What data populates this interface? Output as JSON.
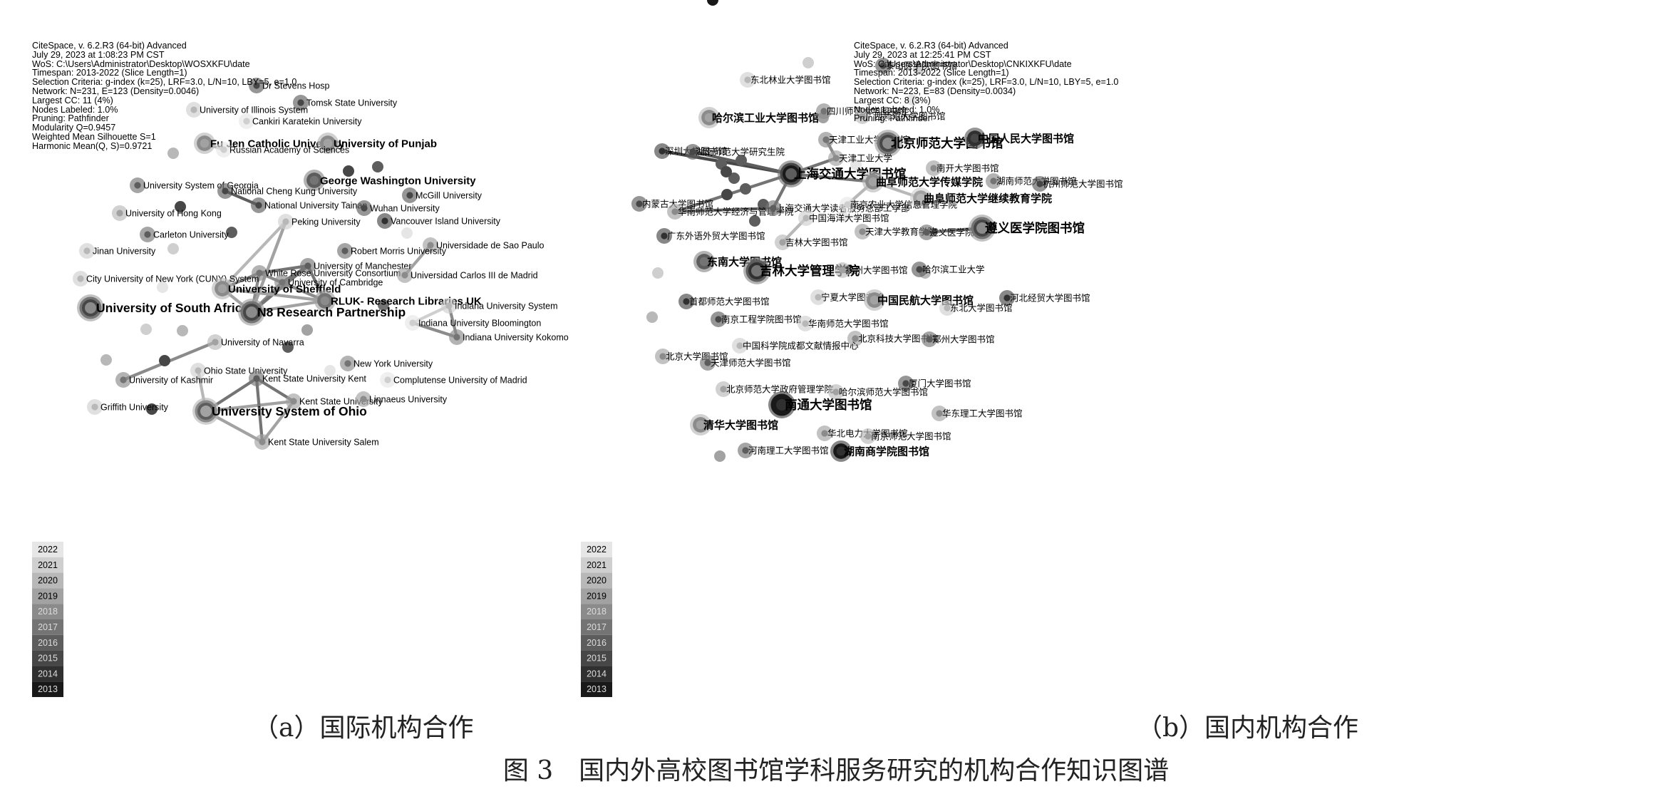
{
  "panels": [
    {
      "id": "a",
      "caption": "（a）国际机构合作",
      "info": [
        "CiteSpace, v. 6.2.R3 (64-bit) Advanced",
        "July 29, 2023 at 1:08:23 PM CST",
        "WoS: C:\\Users\\Administrator\\Desktop\\WOSXKFU\\date",
        "Timespan: 2013-2022 (Slice Length=1)",
        "Selection Criteria: g-index (k=25), LRF=3.0, L/N=10, LBY=5, e=1.0",
        "Network: N=231, E=123 (Density=0.0046)",
        "Largest CC: 11 (4%)",
        "Nodes Labeled: 1.0%",
        "Pruning: Pathfinder",
        "Modularity Q=0.9457",
        "Weighted Mean Silhouette S=1",
        "Harmonic Mean(Q, S)=0.9721"
      ],
      "legend_years": [
        "2022",
        "2021",
        "2020",
        "2019",
        "2018",
        "2017",
        "2016",
        "2015",
        "2014",
        "2013"
      ],
      "nodes": [
        {
          "id": "dr-stevens",
          "label": "Dr Stevens Hosp",
          "year": 2016,
          "size": "m"
        },
        {
          "id": "tomsk",
          "label": "Tomsk State University",
          "year": 2016,
          "size": "m"
        },
        {
          "id": "illinois",
          "label": "University of Illinois System",
          "year": 2021,
          "size": "m"
        },
        {
          "id": "cankiri",
          "label": "Cankiri Karatekin University",
          "year": 2022,
          "size": "m"
        },
        {
          "id": "fu-jen",
          "label": "Fu Jen Catholic University",
          "year": 2020,
          "size": "l"
        },
        {
          "id": "punjab",
          "label": "University of Punjab",
          "year": 2020,
          "size": "l"
        },
        {
          "id": "russian-academy",
          "label": "Russian Academy of Sciences",
          "year": 2022,
          "size": "m"
        },
        {
          "id": "gwu",
          "label": "George Washington University",
          "year": 2018,
          "size": "l"
        },
        {
          "id": "georgia",
          "label": "University System of Georgia",
          "year": 2017,
          "size": "m"
        },
        {
          "id": "cheng-kung",
          "label": "National Cheng Kung University",
          "year": 2016,
          "size": "m"
        },
        {
          "id": "mcgill",
          "label": "McGill University",
          "year": 2016,
          "size": "m"
        },
        {
          "id": "hong-kong",
          "label": "University of Hong Kong",
          "year": 2020,
          "size": "m"
        },
        {
          "id": "tainan",
          "label": "National University Tainan",
          "year": 2016,
          "size": "m"
        },
        {
          "id": "wuhan",
          "label": "Wuhan University",
          "year": 2016,
          "size": "m"
        },
        {
          "id": "vancouver-island",
          "label": "Vancouver Island University",
          "year": 2015,
          "size": "m"
        },
        {
          "id": "peking",
          "label": "Peking University",
          "year": 2021,
          "size": "m"
        },
        {
          "id": "carleton",
          "label": "Carleton University",
          "year": 2017,
          "size": "m"
        },
        {
          "id": "sao-paulo",
          "label": "Universidade de Sao Paulo",
          "year": 2019,
          "size": "m"
        },
        {
          "id": "jinan",
          "label": "Jinan University",
          "year": 2021,
          "size": "m"
        },
        {
          "id": "robert-morris",
          "label": "Robert Morris University",
          "year": 2017,
          "size": "m"
        },
        {
          "id": "manchester",
          "label": "University of Manchester",
          "year": 2017,
          "size": "m"
        },
        {
          "id": "white-rose",
          "label": "White Rose University Consortium",
          "year": 2018,
          "size": "m"
        },
        {
          "id": "cuny",
          "label": "City University of New York (CUNY) System",
          "year": 2021,
          "size": "m"
        },
        {
          "id": "carlos-iii",
          "label": "Universidad Carlos III de Madrid",
          "year": 2019,
          "size": "m"
        },
        {
          "id": "cambridge",
          "label": "University of Cambridge",
          "year": 2018,
          "size": "m"
        },
        {
          "id": "sheffield",
          "label": "University of Sheffield",
          "year": 2020,
          "size": "l"
        },
        {
          "id": "rluk",
          "label": "RLUK- Research Libraries UK",
          "year": 2019,
          "size": "l"
        },
        {
          "id": "south-africa",
          "label": "University of South Africa",
          "year": 2019,
          "size": "xl"
        },
        {
          "id": "n8",
          "label": "N8 Research Partnership",
          "year": 2019,
          "size": "xl"
        },
        {
          "id": "indiana-system",
          "label": "Indiana University System",
          "year": 2021,
          "size": "m"
        },
        {
          "id": "indiana-bloomington",
          "label": "Indiana University Bloomington",
          "year": 2022,
          "size": "m"
        },
        {
          "id": "navarra",
          "label": "University of Navarra",
          "year": 2020,
          "size": "m"
        },
        {
          "id": "indiana-kokomo",
          "label": "Indiana University Kokomo",
          "year": 2018,
          "size": "m"
        },
        {
          "id": "new-york",
          "label": "New York University",
          "year": 2018,
          "size": "m"
        },
        {
          "id": "ohio-state",
          "label": "Ohio State University",
          "year": 2021,
          "size": "m"
        },
        {
          "id": "kashmir",
          "label": "University of Kashmir",
          "year": 2018,
          "size": "m"
        },
        {
          "id": "kent-state-kent",
          "label": "Kent State University Kent",
          "year": 2017,
          "size": "m"
        },
        {
          "id": "complutense",
          "label": "Complutense University of Madrid",
          "year": 2022,
          "size": "m"
        },
        {
          "id": "kent-state",
          "label": "Kent State University",
          "year": 2019,
          "size": "m"
        },
        {
          "id": "linnaeus",
          "label": "Linnaeus University",
          "year": 2019,
          "size": "m"
        },
        {
          "id": "griffith",
          "label": "Griffith University",
          "year": 2021,
          "size": "m"
        },
        {
          "id": "ohio-system",
          "label": "University System of Ohio",
          "year": 2020,
          "size": "xl"
        },
        {
          "id": "kent-state-salem",
          "label": "Kent State University Salem",
          "year": 2019,
          "size": "m"
        }
      ],
      "edges": [
        [
          "n8",
          "rluk"
        ],
        [
          "n8",
          "sheffield"
        ],
        [
          "n8",
          "white-rose"
        ],
        [
          "n8",
          "cambridge"
        ],
        [
          "n8",
          "manchester"
        ],
        [
          "n8",
          "peking"
        ],
        [
          "rluk",
          "sheffield"
        ],
        [
          "rluk",
          "white-rose"
        ],
        [
          "rluk",
          "manchester"
        ],
        [
          "rluk",
          "cambridge"
        ],
        [
          "sheffield",
          "white-rose"
        ],
        [
          "sheffield",
          "peking"
        ],
        [
          "white-rose",
          "manchester"
        ],
        [
          "cambridge",
          "manchester"
        ],
        [
          "indiana-system",
          "indiana-bloomington"
        ],
        [
          "indiana-system",
          "indiana-kokomo"
        ],
        [
          "indiana-bloomington",
          "indiana-kokomo"
        ],
        [
          "ohio-system",
          "kent-state-kent"
        ],
        [
          "ohio-system",
          "kent-state"
        ],
        [
          "ohio-system",
          "kent-state-salem"
        ],
        [
          "ohio-system",
          "ohio-state"
        ],
        [
          "kent-state-kent",
          "kent-state"
        ],
        [
          "kent-state-kent",
          "kent-state-salem"
        ],
        [
          "kent-state",
          "kent-state-salem"
        ],
        [
          "cheng-kung",
          "tainan"
        ],
        [
          "sao-paulo",
          "carlos-iii"
        ],
        [
          "navarra",
          "kashmir"
        ],
        [
          "fu-jen",
          "russian-academy"
        ],
        [
          "peking",
          "n8"
        ]
      ]
    },
    {
      "id": "b",
      "caption": "（b）国内机构合作",
      "info": [
        "CiteSpace, v. 6.2.R3 (64-bit) Advanced",
        "July 29, 2023 at 12:25:41 PM CST",
        "WoS: C:\\Users\\Administrator\\Desktop\\CNKIXKFU\\date",
        "Timespan: 2013-2022 (Slice Length=1)",
        "Selection Criteria: g-index (k=25), LRF=3.0, L/N=10, LBY=5, e=1.0",
        "Network: N=223, E=83 (Density=0.0034)",
        "Largest CC: 8 (3%)",
        "Nodes Labeled: 1.0%",
        "Pruning: Pathfinder"
      ],
      "legend_years": [
        "2022",
        "2021",
        "2020",
        "2019",
        "2018",
        "2017",
        "2016",
        "2015",
        "2014",
        "2013"
      ],
      "nodes": [
        {
          "id": "taishan-med",
          "label": "泰山医学院图书馆",
          "year": 2016,
          "size": "m"
        },
        {
          "id": "northeast-forestry",
          "label": "东北林业大学图书馆",
          "year": 2021,
          "size": "m"
        },
        {
          "id": "hit",
          "label": "哈尔滨工业大学图书馆",
          "year": 2020,
          "size": "l"
        },
        {
          "id": "sichuan-normal",
          "label": "四川师范大学图书馆",
          "year": 2018,
          "size": "m"
        },
        {
          "id": "guangxi-normal",
          "label": "广西师范大学图书馆",
          "year": 2020,
          "size": "m"
        },
        {
          "id": "tianjin-tech-lib",
          "label": "天津工业大学图书馆",
          "year": 2018,
          "size": "m"
        },
        {
          "id": "bnu",
          "label": "北京师范大学图书馆",
          "year": 2019,
          "size": "xl"
        },
        {
          "id": "renmin",
          "label": "中国人民大学图书馆",
          "year": 2016,
          "size": "l"
        },
        {
          "id": "shenzhen",
          "label": "深圳大学图书馆",
          "year": 2015,
          "size": "m"
        },
        {
          "id": "hnnu-gradschool",
          "label": "湖南师范大学研究生院",
          "year": 2016,
          "size": "m"
        },
        {
          "id": "tianjin-tech",
          "label": "天津工业大学",
          "year": 2019,
          "size": "m"
        },
        {
          "id": "sjtu",
          "label": "上海交通大学图书馆",
          "year": 2017,
          "size": "xl"
        },
        {
          "id": "nankai",
          "label": "南开大学图书馆",
          "year": 2019,
          "size": "m"
        },
        {
          "id": "qfnu-media",
          "label": "曲阜师范大学传媒学院",
          "year": 2020,
          "size": "l"
        },
        {
          "id": "hunan-normal",
          "label": "湖南师范大学图书馆",
          "year": 2018,
          "size": "m"
        },
        {
          "id": "hangzhou-normal",
          "label": "杭州师范大学图书馆",
          "year": 2016,
          "size": "m"
        },
        {
          "id": "qfnu-cont",
          "label": "曲阜师范大学继续教育学院",
          "year": 2021,
          "size": "l"
        },
        {
          "id": "inner-mongolia",
          "label": "内蒙古大学图书馆",
          "year": 2016,
          "size": "m"
        },
        {
          "id": "scnu-econ",
          "label": "华南师范大学经济与管理学院",
          "year": 2019,
          "size": "m"
        },
        {
          "id": "sjtu-reader",
          "label": "上海交通大学读者服务总部工学部",
          "year": 2017,
          "size": "m"
        },
        {
          "id": "njau-info",
          "label": "南京农业大学信息管理学院",
          "year": 2022,
          "size": "m"
        },
        {
          "id": "ocean-univ",
          "label": "中国海洋大学图书馆",
          "year": 2021,
          "size": "m"
        },
        {
          "id": "tianjin-edu",
          "label": "天津大学教育学院",
          "year": 2019,
          "size": "m"
        },
        {
          "id": "zunyi-med-school",
          "label": "遵义医学院",
          "year": 2017,
          "size": "m"
        },
        {
          "id": "zunyi-med-lib",
          "label": "遵义医学院图书馆",
          "year": 2019,
          "size": "xl"
        },
        {
          "id": "gdufs",
          "label": "广东外语外贸大学图书馆",
          "year": 2015,
          "size": "m"
        },
        {
          "id": "jilin-lib",
          "label": "吉林大学图书馆",
          "year": 2020,
          "size": "m"
        },
        {
          "id": "southeast",
          "label": "东南大学图书馆",
          "year": 2018,
          "size": "l"
        },
        {
          "id": "jilin-mgmt",
          "label": "吉林大学管理学院",
          "year": 2018,
          "size": "xl"
        },
        {
          "id": "yangzhou",
          "label": "扬州大学图书馆",
          "year": 2020,
          "size": "m"
        },
        {
          "id": "harbin-tech",
          "label": "哈尔滨工业大学",
          "year": 2016,
          "size": "m"
        },
        {
          "id": "ningxia",
          "label": "宁夏大学图书馆",
          "year": 2021,
          "size": "m"
        },
        {
          "id": "cauc",
          "label": "中国民航大学图书馆",
          "year": 2020,
          "size": "l"
        },
        {
          "id": "hebei-econ",
          "label": "河北经贸大学图书馆",
          "year": 2015,
          "size": "m"
        },
        {
          "id": "capital-normal",
          "label": "首都师范大学图书馆",
          "year": 2015,
          "size": "m"
        },
        {
          "id": "northeast-univ",
          "label": "东北大学图书馆",
          "year": 2021,
          "size": "m"
        },
        {
          "id": "nanjing-eng",
          "label": "南京工程学院图书馆",
          "year": 2016,
          "size": "m"
        },
        {
          "id": "scnu-lib",
          "label": "华南师范大学图书馆",
          "year": 2021,
          "size": "m"
        },
        {
          "id": "ustb",
          "label": "北京科技大学图书馆",
          "year": 2019,
          "size": "m"
        },
        {
          "id": "zhengzhou",
          "label": "郑州大学图书馆",
          "year": 2017,
          "size": "m"
        },
        {
          "id": "cas-lib",
          "label": "中国科学院成都文献情报中心",
          "year": 2021,
          "size": "m"
        },
        {
          "id": "pku",
          "label": "北京大学图书馆",
          "year": 2019,
          "size": "m"
        },
        {
          "id": "tianjin-normal",
          "label": "天津师范大学图书馆",
          "year": 2017,
          "size": "m"
        },
        {
          "id": "xiamen",
          "label": "厦门大学图书馆",
          "year": 2016,
          "size": "m"
        },
        {
          "id": "bnu-gov",
          "label": "北京师范大学政府管理学院",
          "year": 2020,
          "size": "m"
        },
        {
          "id": "harbin-normal",
          "label": "哈尔滨师范大学图书馆",
          "year": 2020,
          "size": "m"
        },
        {
          "id": "nantong",
          "label": "南通大学图书馆",
          "year": 2015,
          "size": "xl"
        },
        {
          "id": "ecust",
          "label": "华东理工大学图书馆",
          "year": 2019,
          "size": "m"
        },
        {
          "id": "tsinghua",
          "label": "清华大学图书馆",
          "year": 2020,
          "size": "l"
        },
        {
          "id": "ncepu",
          "label": "华北电力大学图书馆",
          "year": 2019,
          "size": "m"
        },
        {
          "id": "nanjing-normal",
          "label": "南京师范大学图书馆",
          "year": 2020,
          "size": "m"
        },
        {
          "id": "henan-tech",
          "label": "河南理工大学图书馆",
          "year": 2017,
          "size": "m"
        },
        {
          "id": "hunan-business",
          "label": "湖南商学院图书馆",
          "year": 2015,
          "size": "l"
        }
      ],
      "edges": [
        [
          "sjtu",
          "sjtu-reader"
        ],
        [
          "sjtu",
          "scnu-econ"
        ],
        [
          "sjtu",
          "shenzhen"
        ],
        [
          "sjtu",
          "hnnu-gradschool"
        ],
        [
          "sjtu",
          "qfnu-media"
        ],
        [
          "sjtu",
          "tianjin-tech"
        ],
        [
          "qfnu-media",
          "qfnu-cont"
        ],
        [
          "qfnu-media",
          "njau-info"
        ],
        [
          "tianjin-tech-lib",
          "tianjin-tech"
        ],
        [
          "zunyi-med-school",
          "zunyi-med-lib"
        ],
        [
          "jilin-lib",
          "ocean-univ"
        ],
        [
          "sjtu-reader",
          "scnu-econ"
        ]
      ]
    }
  ],
  "figure_caption": "图 3　国内外高校图书馆学科服务研究的机构合作知识图谱"
}
